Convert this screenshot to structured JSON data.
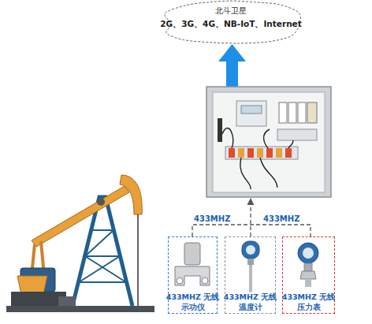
{
  "diagram": {
    "nodes": [
      {
        "text": [
          "北斗卫星",
          "2G、3G、4G、NB-IoT、Internet"
        ]
      },
      {
        "text": [
          "433MHZ 无线 示功仪"
        ]
      },
      {
        "text": [
          "433MHZ 无线 温度计"
        ]
      },
      {
        "text": [
          "433MHZ 无线 压力表"
        ]
      }
    ],
    "labels": [
      "433MHZ",
      "433MHZ"
    ]
  }
}
